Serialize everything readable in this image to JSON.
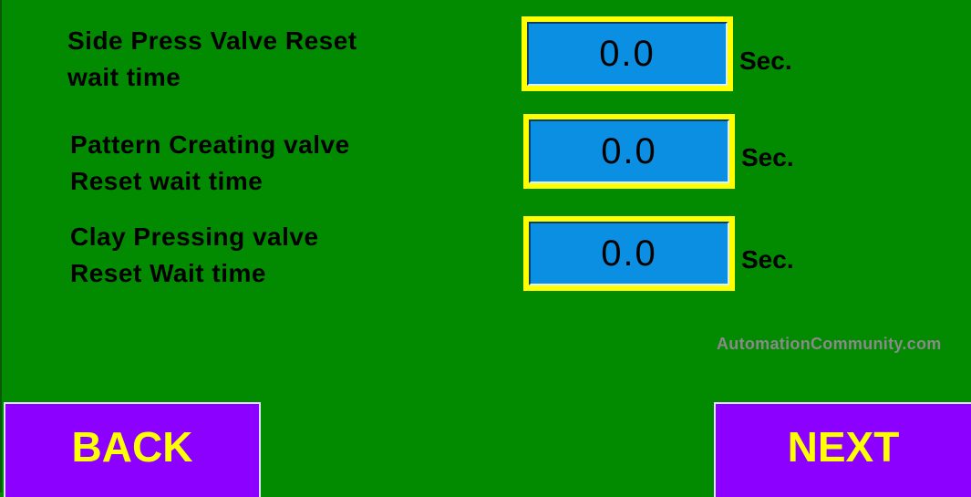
{
  "colors": {
    "background": "#028a00",
    "value_frame": "#ffff00",
    "value_fill": "#0b8fe2",
    "button_fill": "#8b00ff",
    "button_text": "#ffff00",
    "watermark": "#8a8a8a"
  },
  "rows": [
    {
      "label_line1": "Side Press Valve Reset",
      "label_line2": "wait time",
      "value": "0.0",
      "unit": "Sec."
    },
    {
      "label_line1": "Pattern Creating valve",
      "label_line2": "Reset wait time",
      "value": "0.0",
      "unit": "Sec."
    },
    {
      "label_line1": "Clay Pressing valve",
      "label_line2": "Reset Wait time",
      "value": "0.0",
      "unit": "Sec."
    }
  ],
  "watermark": "AutomationCommunity.com",
  "nav": {
    "back_label": "BACK",
    "next_label": "NEXT"
  }
}
